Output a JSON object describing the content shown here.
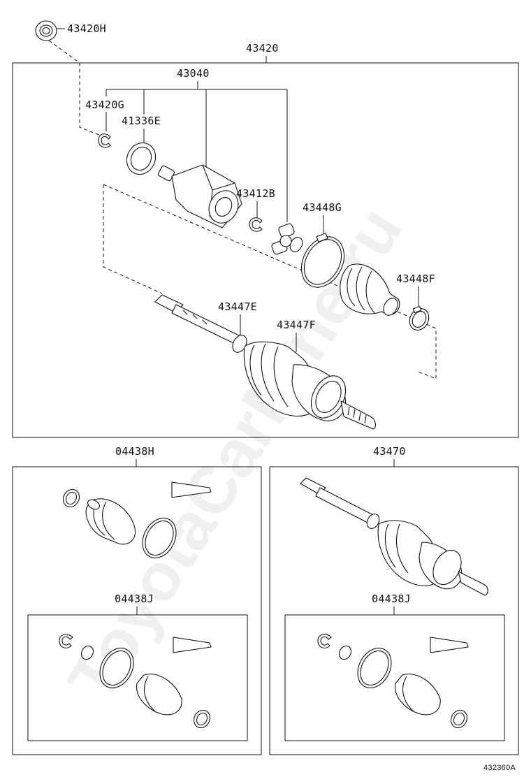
{
  "diagram": {
    "watermark": "ToyotaCarMine.ru",
    "figure_id": "432360A",
    "labels": {
      "p43420H": "43420H",
      "p43420": "43420",
      "p43040": "43040",
      "p43420G": "43420G",
      "p41336E": "41336E",
      "p43412B": "43412B",
      "p43448G": "43448G",
      "p43448F": "43448F",
      "p43447E": "43447E",
      "p43447F": "43447F",
      "p04438H": "04438H",
      "p43470": "43470",
      "p04438J_left": "04438J",
      "p04438J_right": "04438J"
    }
  }
}
